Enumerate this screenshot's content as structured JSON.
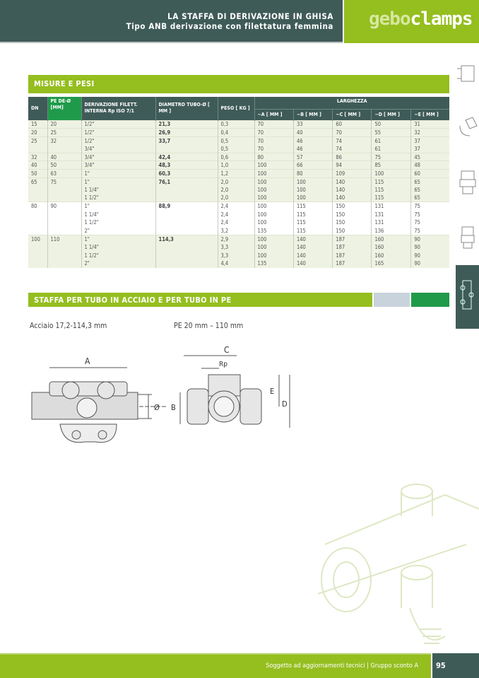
{
  "header": {
    "title": "LA STAFFA DI DERIVAZIONE IN GHISA",
    "subtitle": "Tipo ANB derivazione con filettatura femmina",
    "logo_part1": "gebo",
    "logo_part2": "clamps"
  },
  "section1": {
    "title": "MISURE E PESI"
  },
  "table": {
    "headers": {
      "dn": "DN",
      "pe": "PE DE-Ø [MM]",
      "deriv": "DERIVAZIONE FILETT. INTERNA Rp ISO 7/1",
      "diam": "DIAMETRO TUBO-Ø [ MM ]",
      "peso": "PESO [ KG ]",
      "larghezza": "LARGHEZZA",
      "a": "~A [ MM ]",
      "b": "~B [ MM ]",
      "c": "~C [ MM ]",
      "d": "~D [ MM ]",
      "e": "~E [ MM ]"
    },
    "groups": [
      {
        "dn": "15",
        "pe": "20",
        "diam": "21,3",
        "rows": [
          [
            "1/2\"",
            "0,3",
            "70",
            "33",
            "60",
            "50",
            "31"
          ]
        ]
      },
      {
        "dn": "20",
        "pe": "25",
        "diam": "26,9",
        "rows": [
          [
            "1/2\"",
            "0,4",
            "70",
            "40",
            "70",
            "55",
            "32"
          ]
        ]
      },
      {
        "dn": "25",
        "pe": "32",
        "diam": "33,7",
        "rows": [
          [
            "1/2\"",
            "0,5",
            "70",
            "46",
            "74",
            "61",
            "37"
          ],
          [
            "3/4\"",
            "0,5",
            "70",
            "46",
            "74",
            "61",
            "37"
          ]
        ]
      },
      {
        "dn": "32",
        "pe": "40",
        "diam": "42,4",
        "rows": [
          [
            "3/4\"",
            "0,6",
            "80",
            "57",
            "86",
            "75",
            "45"
          ]
        ]
      },
      {
        "dn": "40",
        "pe": "50",
        "diam": "48,3",
        "rows": [
          [
            "3/4\"",
            "1,0",
            "100",
            "66",
            "94",
            "85",
            "48"
          ]
        ]
      },
      {
        "dn": "50",
        "pe": "63",
        "diam": "60,3",
        "rows": [
          [
            "1\"",
            "1,2",
            "100",
            "80",
            "109",
            "100",
            "60"
          ]
        ]
      },
      {
        "dn": "65",
        "pe": "75",
        "diam": "76,1",
        "rows": [
          [
            "1\"",
            "2,0",
            "100",
            "100",
            "140",
            "115",
            "65"
          ],
          [
            "1 1/4\"",
            "2,0",
            "100",
            "100",
            "140",
            "115",
            "65"
          ],
          [
            "1 1/2\"",
            "2,0",
            "100",
            "100",
            "140",
            "115",
            "65"
          ]
        ]
      },
      {
        "dn": "80",
        "pe": "90",
        "diam": "88,9",
        "rows": [
          [
            "1\"",
            "2,4",
            "100",
            "115",
            "150",
            "131",
            "75"
          ],
          [
            "1 1/4\"",
            "2,4",
            "100",
            "115",
            "150",
            "131",
            "75"
          ],
          [
            "1 1/2\"",
            "2,4",
            "100",
            "115",
            "150",
            "131",
            "75"
          ],
          [
            "2\"",
            "3,2",
            "135",
            "115",
            "150",
            "136",
            "75"
          ]
        ]
      },
      {
        "dn": "100",
        "pe": "110",
        "diam": "114,3",
        "rows": [
          [
            "1\"",
            "2,9",
            "100",
            "140",
            "187",
            "160",
            "90"
          ],
          [
            "1 1/4\"",
            "3,3",
            "100",
            "140",
            "187",
            "160",
            "90"
          ],
          [
            "1 1/2\"",
            "3,3",
            "100",
            "140",
            "187",
            "160",
            "90"
          ],
          [
            "2\"",
            "4,4",
            "135",
            "140",
            "187",
            "165",
            "90"
          ]
        ]
      }
    ]
  },
  "section2": {
    "title": "STAFFA PER TUBO IN ACCIAIO E PER TUBO IN PE",
    "caption_left": "Acciaio 17,2-114,3 mm",
    "caption_right": "PE 20 mm – 110 mm"
  },
  "drawing": {
    "label_a": "A",
    "label_dia": "Ø",
    "label_c": "C",
    "label_rp": "Rp",
    "label_b": "B",
    "label_e": "E",
    "label_d": "D"
  },
  "footer": {
    "note": "Soggetto ad aggiornamenti tecnici  |  Gruppo sconto A",
    "page": "95"
  },
  "colors": {
    "dark": "#3f5b58",
    "green": "#95be1f",
    "pe_green": "#1f9a4a",
    "row_tint": "#eef2e2"
  }
}
